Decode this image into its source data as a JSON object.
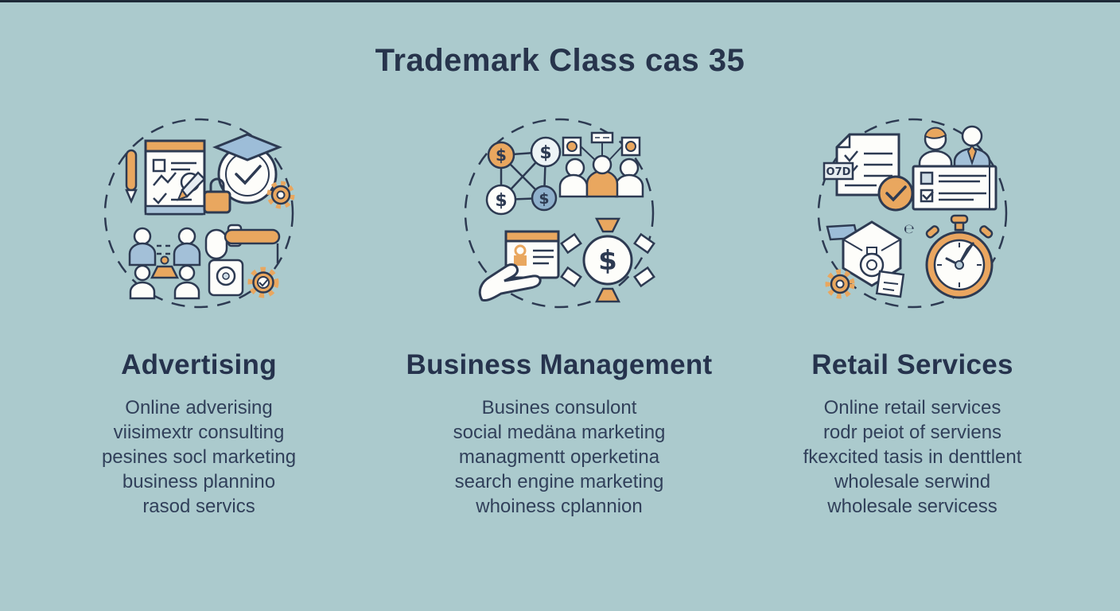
{
  "page": {
    "title": "Trademark Class cas 35",
    "background_color": "#abcacd",
    "title_color": "#27344c",
    "body_text_color": "#31405a",
    "accent_orange": "#e9a75f",
    "accent_blue": "#a3c0d8",
    "outline_navy": "#2d3a52"
  },
  "icons": {
    "dollar_symbol": "$",
    "stamp_label": "O7D",
    "estimated_mark": "℮"
  },
  "columns": [
    {
      "heading": "Advertising",
      "icon_names": [
        "pen-icon",
        "clipboard-checklist-icon",
        "graduation-badge-icon",
        "padlock-icon",
        "gear-icon",
        "team-meeting-icon",
        "camera-gear-icon"
      ],
      "lines": [
        "Online adverising",
        "viisimextr consulting",
        "pesines socl marketing",
        "business plannino",
        "rasod servics"
      ]
    },
    {
      "heading": "Business Management",
      "icon_names": [
        "dollar-network-icon",
        "team-leader-icon",
        "hand-card-icon",
        "dollar-burst-icon"
      ],
      "lines": [
        "Busines consulont",
        "social medäna marketing",
        "managmentt operketina",
        "search engine marketing",
        "whoiness cplannion"
      ]
    },
    {
      "heading": "Retail Services",
      "icon_names": [
        "checklist-document-icon",
        "approval-check-icon",
        "staff-form-icon",
        "hexagon-camera-icon",
        "gear-icon",
        "stopwatch-icon"
      ],
      "lines": [
        "Online retail services",
        "rodr peiot of serviens",
        "fkexcited tasis in denttlent",
        "wholesale serwind",
        "wholesale servicess"
      ]
    }
  ]
}
